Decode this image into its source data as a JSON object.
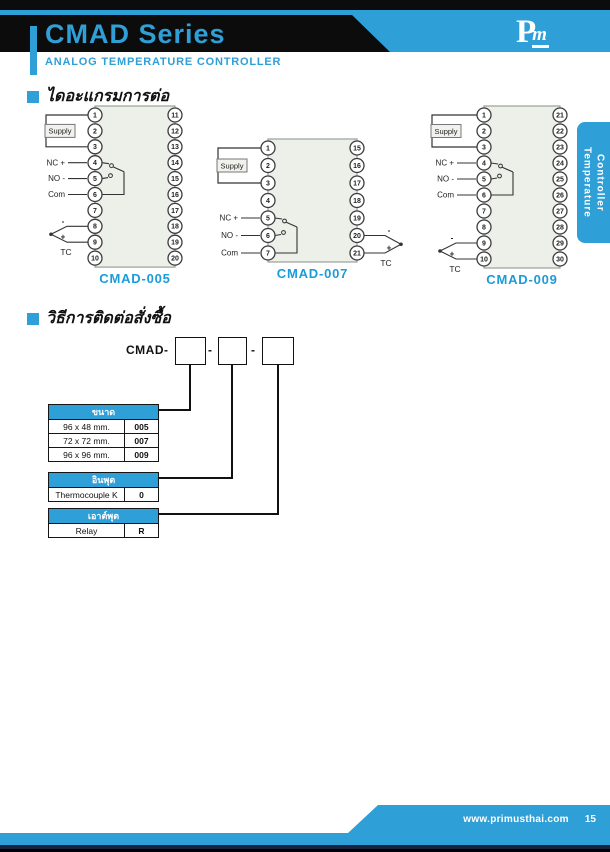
{
  "accent_color": "#2f9fd8",
  "header": {
    "title": "CMAD Series",
    "subtitle": "ANALOG TEMPERATURE CONTROLLER",
    "logo_p": "P",
    "logo_m": "m"
  },
  "sections": {
    "wiring_title": "ไดอะแกรมการต่อ",
    "ordering_title": "วิธีการติดต่อสั่งซื้อ"
  },
  "diagrams": [
    {
      "caption": "CMAD-005",
      "left_pins": [
        1,
        2,
        3,
        4,
        5,
        6,
        7,
        8,
        9,
        10
      ],
      "right_pins": [
        11,
        12,
        13,
        14,
        15,
        16,
        17,
        18,
        19,
        20
      ],
      "supply_label": "Supply",
      "supply_pins": [
        1,
        3
      ],
      "relay": {
        "nc_label": "NC +",
        "no_label": "NO -",
        "com_label": "Com",
        "nc_pin": 4,
        "no_pin": 5,
        "com_pin": 6
      },
      "tc": {
        "side": "left",
        "minus_label": "-",
        "plus_label": "+",
        "label": "TC",
        "minus_pin": 8,
        "plus_pin": 9
      }
    },
    {
      "caption": "CMAD-007",
      "left_pins": [
        1,
        2,
        3,
        4,
        5,
        6,
        7
      ],
      "right_pins": [
        15,
        16,
        17,
        18,
        19,
        20,
        21
      ],
      "supply_label": "Supply",
      "supply_pins": [
        1,
        3
      ],
      "relay": {
        "nc_label": "NC +",
        "no_label": "NO -",
        "com_label": "Com",
        "nc_pin": 5,
        "no_pin": 6,
        "com_pin": 7
      },
      "tc": {
        "side": "right",
        "minus_label": "-",
        "plus_label": "+",
        "label": "TC",
        "minus_pin": 20,
        "plus_pin": 21
      }
    },
    {
      "caption": "CMAD-009",
      "left_pins": [
        1,
        2,
        3,
        4,
        5,
        6,
        7,
        8,
        9,
        10
      ],
      "right_pins": [
        21,
        22,
        23,
        24,
        25,
        26,
        27,
        28,
        29,
        30
      ],
      "supply_label": "Supply",
      "supply_pins": [
        1,
        3
      ],
      "relay": {
        "nc_label": "NC +",
        "no_label": "NO -",
        "com_label": "Com",
        "nc_pin": 4,
        "no_pin": 5,
        "com_pin": 6
      },
      "tc": {
        "side": "left",
        "minus_label": "-",
        "plus_label": "+",
        "label": "TC",
        "minus_pin": 9,
        "plus_pin": 10
      }
    }
  ],
  "ordering": {
    "prefix": "CMAD",
    "dash": "-",
    "tables": [
      {
        "header": "ขนาด",
        "rows": [
          [
            "96 x 48 mm.",
            "005"
          ],
          [
            "72 x 72 mm.",
            "007"
          ],
          [
            "96 x 96 mm.",
            "009"
          ]
        ]
      },
      {
        "header": "อินพุต",
        "rows": [
          [
            "Thermocouple K",
            "0"
          ]
        ]
      },
      {
        "header": "เอาต์พุต",
        "rows": [
          [
            "Relay",
            "R"
          ]
        ]
      }
    ]
  },
  "side_tab": {
    "line1": "Temperature",
    "line2": "Controller"
  },
  "footer": {
    "url": "www.primusthai.com",
    "page": "15"
  }
}
